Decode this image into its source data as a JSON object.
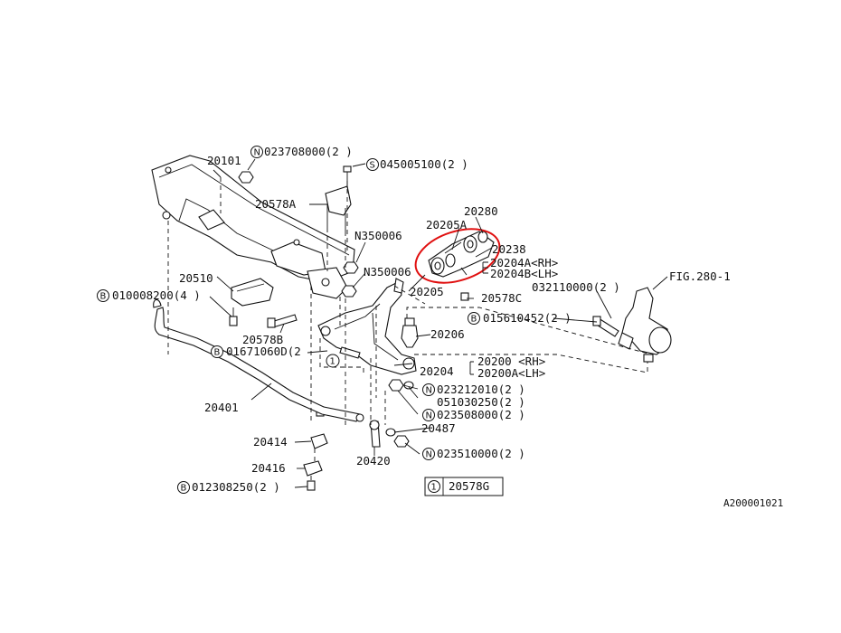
{
  "callouts": {
    "c20101": "20101",
    "c023708000": "023708000(2 )",
    "c045005100": "045005100(2 )",
    "c20578A": "20578A",
    "c20280": "20280",
    "c20205A": "20205A",
    "c20238": "20238",
    "c20204A": "20204A<RH>",
    "c20204B": "20204B<LH>",
    "cN350006a": "N350006",
    "cN350006b": "N350006",
    "c20510": "20510",
    "c010008200": "010008200(4 )",
    "c20205": "20205",
    "c20578C": "20578C",
    "c032110000": "032110000(2 )",
    "cFIG2801": "FIG.280-1",
    "c015610452": "015610452(2 )",
    "c20578B": "20578B",
    "c20206": "20206",
    "c01671060D": "01671060D(2",
    "c20200": "20200 <RH>",
    "c20200A": "20200A<LH>",
    "c20204": "20204",
    "c023212010": "023212010(2 )",
    "c051030250": "051030250(2 )",
    "c023508000": "023508000(2 )",
    "c20401": "20401",
    "c20487": "20487",
    "c20414": "20414",
    "c023510000": "023510000(2 )",
    "c20416": "20416",
    "c20420": "20420",
    "c012308250": "012308250(2 )",
    "c20578G": "20578G",
    "ref": "A200001021"
  },
  "markers": {
    "N": "N",
    "S": "S",
    "B": "B",
    "one": "1"
  },
  "highlight_color": "#e01010"
}
